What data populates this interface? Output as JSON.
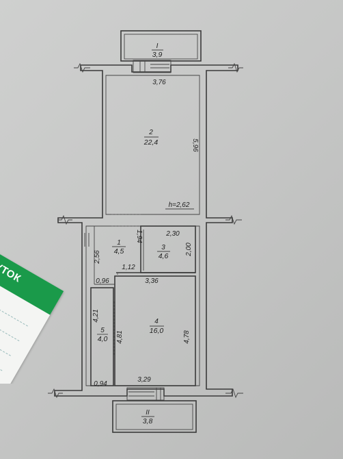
{
  "plan": {
    "rooms": [
      {
        "id": "I",
        "num": "I",
        "area": "3,9"
      },
      {
        "id": "2",
        "num": "2",
        "area": "22,4"
      },
      {
        "id": "1",
        "num": "1",
        "area": "4,5"
      },
      {
        "id": "3",
        "num": "3",
        "area": "4,6"
      },
      {
        "id": "4",
        "num": "4",
        "area": "16,0"
      },
      {
        "id": "5",
        "num": "5",
        "area": "4,0"
      },
      {
        "id": "II",
        "num": "II",
        "area": "3,8"
      }
    ],
    "dimensions": {
      "d376": "3,76",
      "d596": "5,96",
      "height": "h=2,62",
      "d194": "1,94",
      "d230": "2,30",
      "d200": "2,00",
      "d256": "2,56",
      "d112": "1,12",
      "d336": "3,36",
      "d096": "0,96",
      "d421": "4,21",
      "d481": "4,81",
      "d478": "4,78",
      "d094": "0,94",
      "d329": "3,29"
    }
  },
  "stamp": {
    "text": "=ПРИБУТОК",
    "color": "#1a9a4a"
  }
}
